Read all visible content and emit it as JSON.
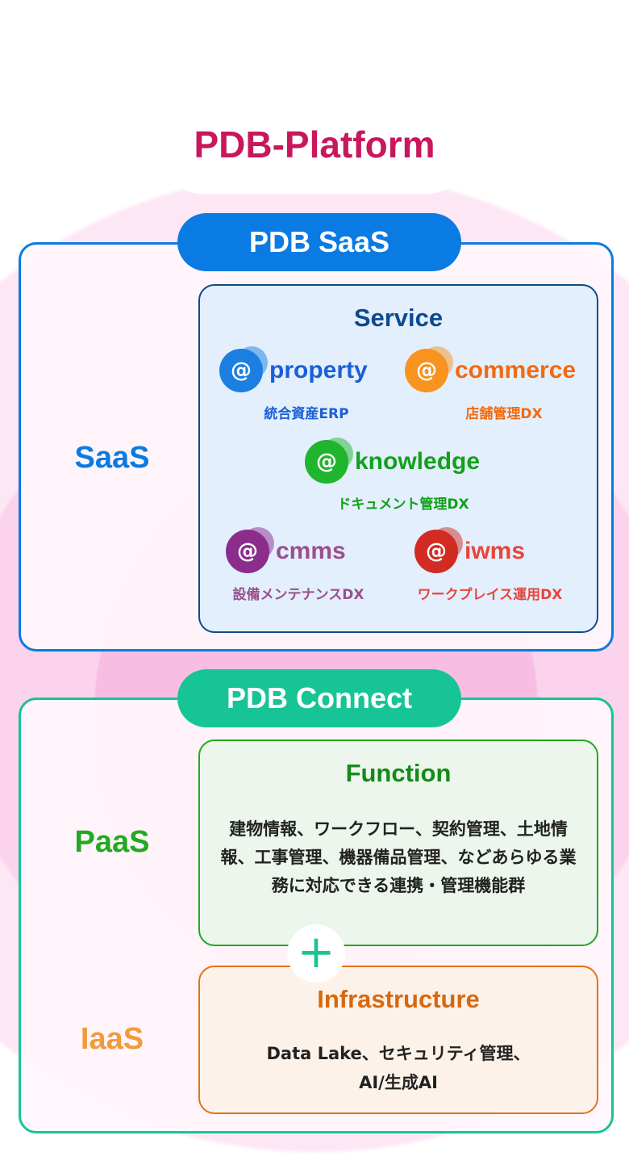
{
  "title": "PDB-Platform",
  "saas": {
    "pill": "PDB SaaS",
    "layer": "SaaS",
    "box_title": "Service",
    "products": [
      {
        "name": "property",
        "sub": "統合資産ERP",
        "color": "#1a5fd6"
      },
      {
        "name": "commerce",
        "sub": "店舗管理DX",
        "color": "#f26a10"
      },
      {
        "name": "knowledge",
        "sub": "ドキュメント管理DX",
        "color": "#13a01d"
      },
      {
        "name": "cmms",
        "sub": "設備メンテナンスDX",
        "color": "#9a4f8d"
      },
      {
        "name": "iwms",
        "sub": "ワークプレイス運用DX",
        "color": "#e8453c"
      }
    ]
  },
  "connect": {
    "pill": "PDB Connect",
    "paas": "PaaS",
    "iaas": "IaaS",
    "function": {
      "title": "Function",
      "text": "建物情報、ワークフロー、契約管理、土地情報、工事管理、機器備品管理、などあらゆる業務に対応できる連携・管理機能群"
    },
    "plus": "+",
    "infrastructure": {
      "title": "Infrastructure",
      "text1": "Data Lake、セキュリティ管理、",
      "text2": "AI/生成AI"
    }
  },
  "colors": {
    "saas": "#097be3",
    "connect": "#17c495",
    "paas": "#22a922",
    "iaas": "#f39a3a"
  }
}
